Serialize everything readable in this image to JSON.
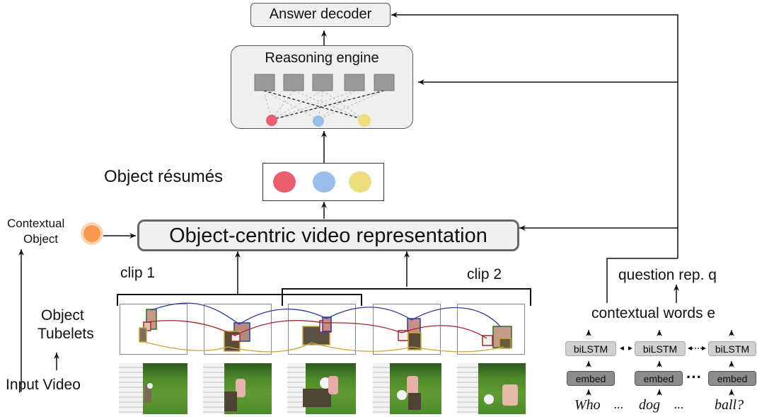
{
  "answer_decoder": {
    "label": "Answer decoder"
  },
  "reasoning_engine": {
    "label": "Reasoning engine"
  },
  "object_resumes": {
    "label": "Object résumés"
  },
  "video_representation": {
    "label": "Object-centric video representation"
  },
  "contextual_object": {
    "label_line1": "Contextual",
    "label_line2": "Object"
  },
  "clips": {
    "clip1": "clip 1",
    "clip2": "clip 2"
  },
  "object_tubelets": {
    "label_line1": "Object",
    "label_line2": "Tubelets"
  },
  "input_video": {
    "label": "Input Video"
  },
  "question": {
    "rep_label": "question rep. q",
    "contextual_words_label": "contextual words e",
    "bilstm_label": "biLSTM",
    "embed_label": "embed",
    "ellipsis": "...",
    "dots": "···",
    "words": [
      "Who",
      "...",
      "dog",
      "...",
      "ball?"
    ]
  },
  "colors": {
    "red_object": "#e8606e",
    "blue_object": "#9bbde9",
    "yellow_object": "#ecdd7e",
    "contextual_object": "#f79a4d",
    "tubelet_blue": "#2b3fa0",
    "tubelet_red": "#a0272c",
    "tubelet_yellow": "#c8a63a"
  }
}
